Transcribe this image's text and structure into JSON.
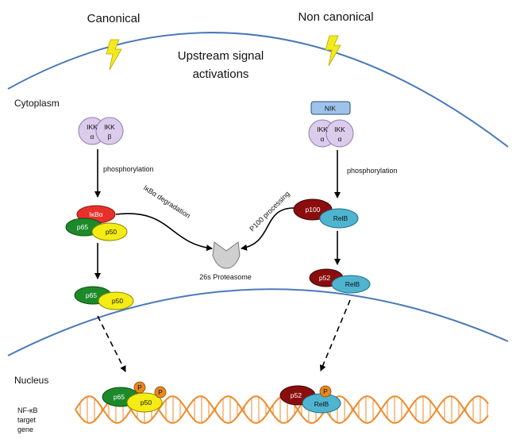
{
  "labels": {
    "canonical": "Canonical",
    "non_canonical": "Non canonical",
    "upstream_line1": "Upstream signal",
    "upstream_line2": "activations",
    "cytoplasm": "Cytoplasm",
    "nucleus": "Nucleus",
    "phosphorylation_left": "phosphorylation",
    "phosphorylation_right": "phosphorylation",
    "ikba_degradation": "IκBα degradation",
    "p100_processing": "P100 processing",
    "proteasome": "26s Proteasome",
    "gene_line1": "NF-κB",
    "gene_line2": "target",
    "gene_line3": "gene"
  },
  "proteins": {
    "ikk_left_1_a": "IKK",
    "ikk_left_1_b": "α",
    "ikk_left_2_a": "IKK",
    "ikk_left_2_b": "β",
    "nik": "NIK",
    "ikk_right_1_a": "IKK",
    "ikk_right_1_b": "α",
    "ikk_right_2_a": "IKK",
    "ikk_right_2_b": "α",
    "ikba": "IκBα",
    "p65": "p65",
    "p50": "p50",
    "p100": "p100",
    "relb": "RelB",
    "p52": "p52",
    "p65_mid": "p65",
    "p50_mid": "p50",
    "p52_mid": "p52",
    "relb_mid": "RelB",
    "p65_nuc": "p65",
    "p50_nuc": "p50",
    "p52_nuc": "p52",
    "relb_nuc": "RelB",
    "phospho": "P"
  },
  "colors": {
    "membrane": "#4a7ab8",
    "lightning": "#f2ea1c",
    "ikk_fill": "#dcccec",
    "ikk_stroke": "#8f7bb0",
    "nik_fill": "#9ec3ea",
    "red": "#e8302a",
    "green": "#1d8a2a",
    "yellow": "#f4ec14",
    "darkred": "#8a0e0e",
    "teal": "#4fb4d0",
    "orange": "#e88820",
    "dna": "#f08a2a",
    "proteasome": "#cfcfcf"
  }
}
